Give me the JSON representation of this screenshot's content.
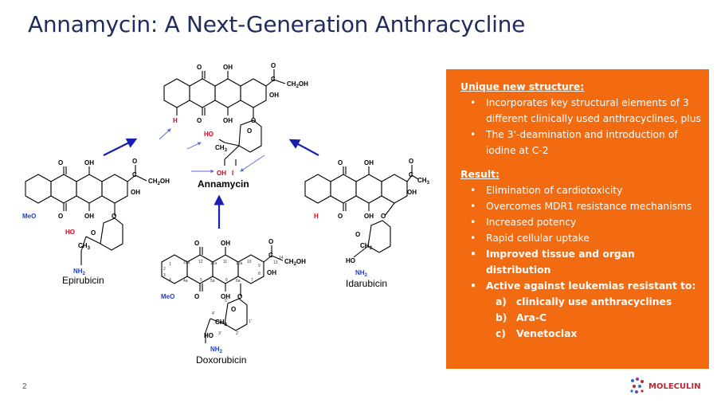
{
  "slide": {
    "title": "Annamycin: A Next-Generation Anthracycline",
    "page_number": "2",
    "logo_text": "MOLECULIN"
  },
  "molecules": {
    "annamycin": "Annamycin",
    "epirubicin": "Epirubicin",
    "idarubicin": "Idarubicin",
    "doxorubicin": "Doxorubicin"
  },
  "atoms": {
    "o": "O",
    "oh": "OH",
    "ho": "HO",
    "h": "H",
    "c": "C",
    "meo": "MeO",
    "ch3": "CH",
    "ch3_sub": "3",
    "ch2oh": "CH",
    "ch2oh_sub": "2",
    "ch2oh_tail": "OH",
    "nh2": "NH",
    "nh2_sub": "2",
    "i": "I"
  },
  "dox_numbers": [
    "1",
    "2",
    "3",
    "4",
    "4a",
    "5",
    "5a",
    "6",
    "6a",
    "7",
    "8",
    "9",
    "10",
    "10a",
    "11",
    "11a",
    "12",
    "12a",
    "13",
    "14",
    "1'",
    "2'",
    "3'",
    "4'",
    "5'"
  ],
  "panel": {
    "heading1": "Unique new structure:",
    "structure_points": [
      "Incorporates key structural elements of 3 different clinically used anthracyclines, plus",
      "The 3'-deamination and introduction of iodine at C-2"
    ],
    "heading2": "Result:",
    "result_points": [
      "Elimination of cardiotoxicity",
      "Overcomes MDR1 resistance mechanisms",
      "Increased potency",
      "Rapid cellular uptake",
      "Improved tissue and organ distribution",
      "Active against leukemias resistant to:"
    ],
    "resistant_to": [
      {
        "marker": "a)",
        "text": "clinically use anthracyclines"
      },
      {
        "marker": "b)",
        "text": "Ara-C"
      },
      {
        "marker": "c)",
        "text": "Venetoclax"
      }
    ]
  },
  "colors": {
    "title": "#1f2c5c",
    "panel_bg": "#f26b10",
    "arrow": "#1b1fb0",
    "red_atom": "#d0021b",
    "blue_atom": "#1f3fbf"
  }
}
